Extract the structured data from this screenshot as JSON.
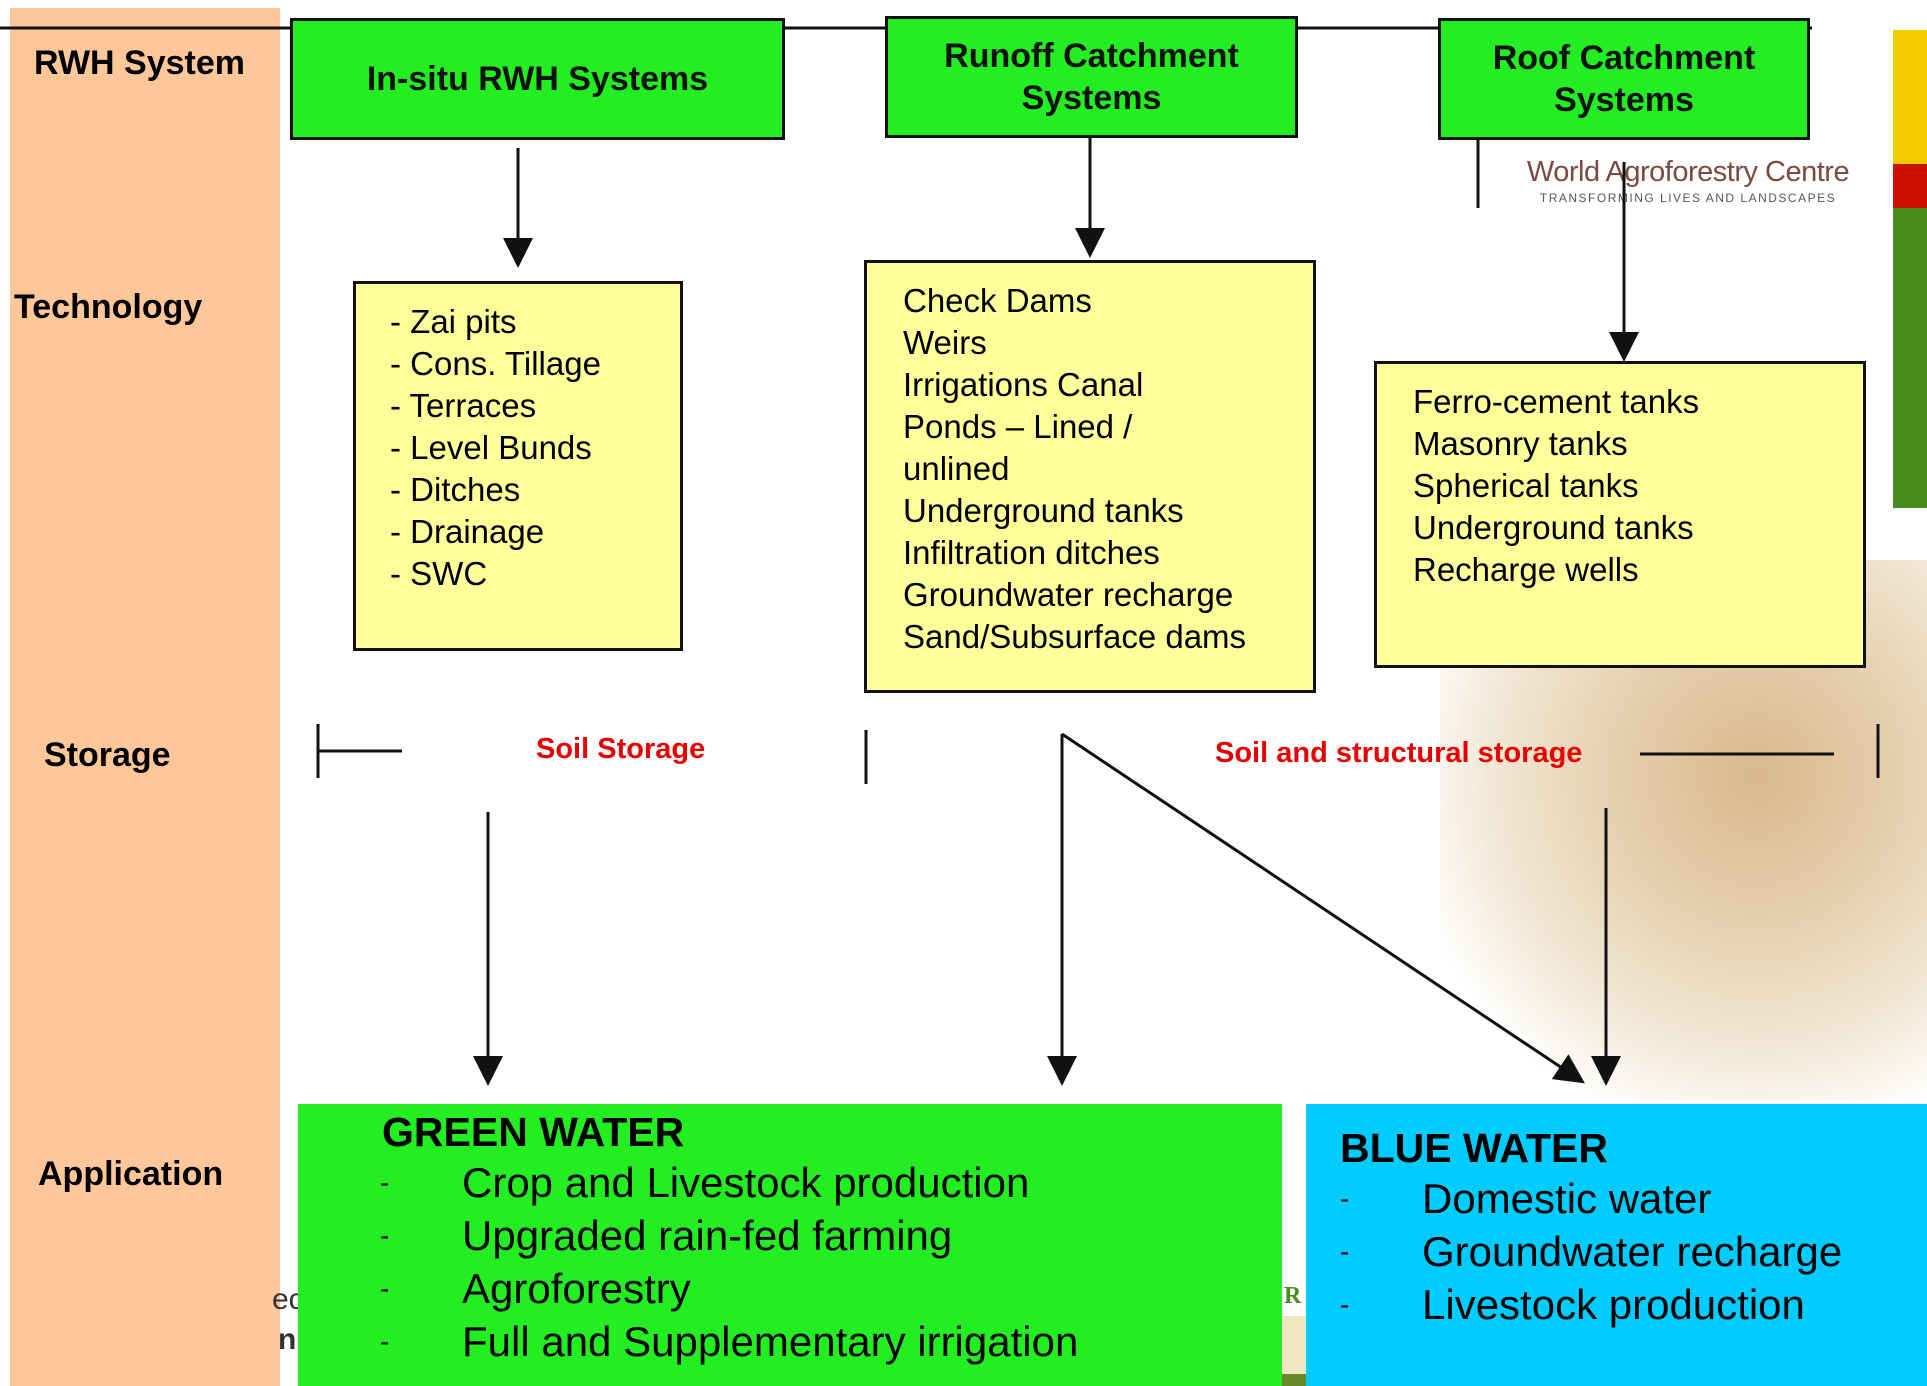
{
  "rows": {
    "rwh_system": "RWH System",
    "technology": "Technology",
    "storage": "Storage",
    "application": "Application"
  },
  "systems": {
    "insitu": "In-situ RWH Systems",
    "runoff": "Runoff Catchment Systems",
    "roof": "Roof Catchment Systems"
  },
  "technologies": {
    "insitu": [
      "- Zai pits",
      "- Cons. Tillage",
      "- Terraces",
      "- Level Bunds",
      "- Ditches",
      "- Drainage",
      "- SWC"
    ],
    "runoff": [
      "Check Dams",
      "Weirs",
      "Irrigations Canal",
      "Ponds – Lined /",
      "unlined",
      "Underground tanks",
      "Infiltration ditches",
      "Groundwater recharge",
      "Sand/Subsurface dams"
    ],
    "roof": [
      "Ferro-cement tanks",
      "Masonry tanks",
      "Spherical tanks",
      "Underground tanks",
      "Recharge wells"
    ]
  },
  "storage": {
    "soil": "Soil Storage",
    "structural": "Soil and structural storage"
  },
  "applications": {
    "green": {
      "title": "GREEN WATER",
      "items": [
        "Crop and Livestock production",
        "Upgraded rain-fed farming",
        "Agroforestry",
        "Full and Supplementary irrigation"
      ]
    },
    "blue": {
      "title": "BLUE WATER",
      "items": [
        "Domestic water",
        "Groundwater recharge",
        "Livestock production"
      ]
    }
  },
  "logo": {
    "name": "World Agroforestry Centre",
    "tagline": "TRANSFORMING LIVES AND LANDSCAPES"
  },
  "bullet": "-",
  "fragments": {
    "a": "ec",
    "b": "n",
    "c": "R"
  },
  "colors": {
    "sidebar": "#fdc79a",
    "system_box": "#22ee22",
    "tech_box": "#ffff99",
    "green_water": "#22ee22",
    "blue_water": "#00ccff",
    "storage_text": "#e80000",
    "stripe_yellow": "#f2cc00",
    "stripe_red": "#cc1100",
    "stripe_green": "#4a8c1c"
  }
}
